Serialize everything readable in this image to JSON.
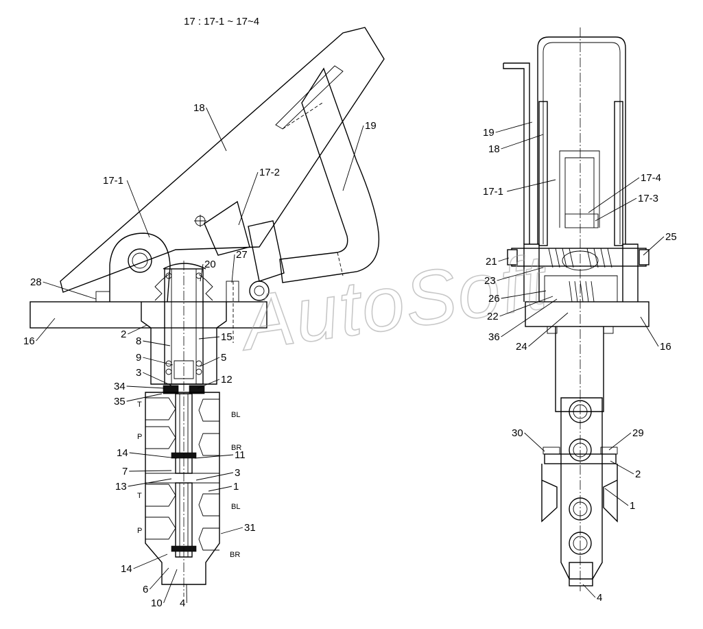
{
  "title": "17 : 17-1 ~ 17~4",
  "watermark": "AutoSoft",
  "left_view": {
    "labels": [
      "18",
      "19",
      "17-1",
      "17-2",
      "20",
      "27",
      "28",
      "16",
      "2",
      "8",
      "15",
      "9",
      "5",
      "3",
      "12",
      "34",
      "35",
      "14",
      "11",
      "7",
      "3",
      "13",
      "1",
      "31",
      "14",
      "6",
      "10",
      "4"
    ],
    "ports": [
      "T",
      "P",
      "T",
      "P",
      "BL",
      "BR",
      "BL",
      "BR"
    ]
  },
  "right_view": {
    "labels": [
      "19",
      "18",
      "17-4",
      "17-1",
      "17-3",
      "25",
      "21",
      "23",
      "26",
      "22",
      "36",
      "24",
      "16",
      "30",
      "29",
      "2",
      "1",
      "4"
    ]
  }
}
